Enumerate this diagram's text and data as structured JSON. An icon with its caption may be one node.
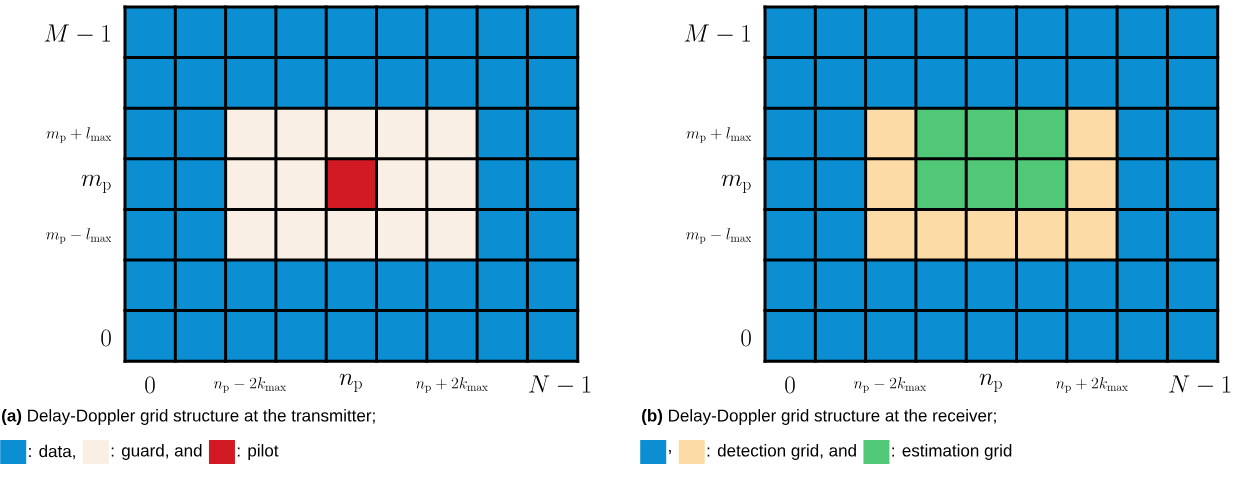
{
  "diagram": {
    "labels": [
      "M-1",
      "m_{\\mathrm{p}}+l_{\\max}",
      "m_{\\mathrm{p}}",
      "m_{\\mathrm{p}}-l_{\\max}",
      "0",
      "0",
      "n_{\\mathrm{p}}-2k_{\\max}",
      "n_{\\mathrm{p}}",
      "n_{\\mathrm{p}}+2k_{\\max}",
      "N-1",
      "**(a)** Delay-Doppler grid structure at the transmitter;",
      "M-1",
      "m_{\\mathrm{p}}+l_{\\max}",
      "m_{\\mathrm{p}}",
      "m_{\\mathrm{p}}-l_{\\max}",
      "0",
      "0",
      "n_{\\mathrm{p}}-2k_{\\max}",
      "n_{\\mathrm{p}}",
      "n_{\\mathrm{p}}+2k_{\\max}",
      "N-1",
      "**(b)** Delay-Doppler grid structure at the receiver;"
    ],
    "legend": [
      {
        "text": ": data,",
        "color": "#0b8fd2"
      },
      {
        "text": ": guard, and",
        "color": "#faefe4"
      },
      {
        "text": ": pilot",
        "color": "#d11a24"
      },
      {
        "text": ",",
        "color": "#0b8fd2"
      },
      {
        "text": ": detection grid, and",
        "color": "#fcdba7"
      },
      {
        "text": ": estimation grid",
        "color": "#50c878"
      }
    ]
  }
}
